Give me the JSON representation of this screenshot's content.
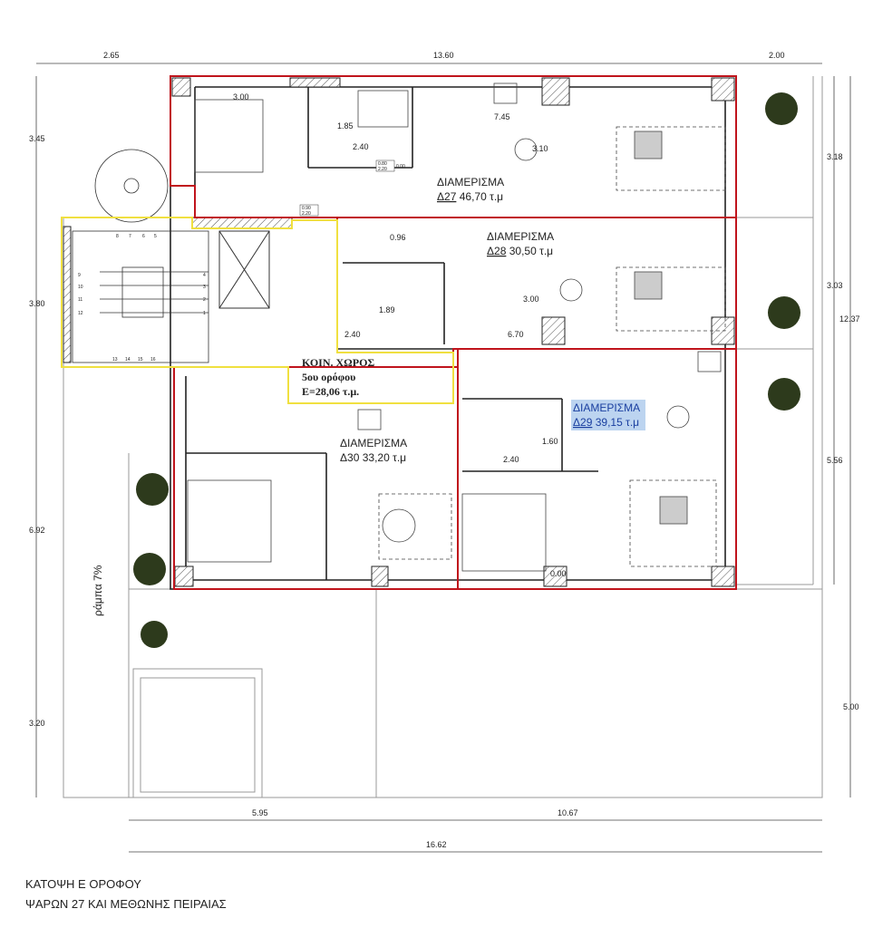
{
  "dimensions": {
    "top": [
      "2.65",
      "13.60",
      "2.00"
    ],
    "left": [
      "3.45",
      "3.80",
      "6.92",
      "3.20"
    ],
    "right": [
      "3.18",
      "3.03",
      "12.37",
      "5.56",
      "5.00"
    ],
    "bottom": [
      "5.95",
      "10.67"
    ],
    "total_width": "16.62"
  },
  "apartments": [
    {
      "title": "ΔΙΑΜΕΡΙΣΜΑ",
      "code": "Δ27",
      "area": "46,70 τ.μ"
    },
    {
      "title": "ΔΙΑΜΕΡΙΣΜΑ",
      "code": "Δ28",
      "area": "30,50 τ.μ"
    },
    {
      "title": "ΔΙΑΜΕΡΙΣΜΑ",
      "code": "Δ29",
      "area": "39,15 τ.μ"
    },
    {
      "title": "ΔΙΑΜΕΡΙΣΜΑ",
      "code": "Δ30",
      "area": "33,20 τ.μ"
    }
  ],
  "common_area": {
    "title": "ΚΟΙΝ. ΧΩΡΟΣ",
    "floor": "5ου ορόφου",
    "area": "Ε=28,06 τ.μ."
  },
  "room_dims": {
    "d27_bed": "3.00",
    "d27_bath_h": "1.85",
    "d27_bath_w": "2.40",
    "d27_living": "7.45",
    "d27_depth": "3.10",
    "d28_hall": "0.96",
    "d28_bath_h": "1.89",
    "d28_bath_w": "2.40",
    "d28_depth": "3.00",
    "d28_living": "6.70",
    "d29_bath_h": "1.60",
    "d29_bath_w": "2.40",
    "d29_level": "0.00"
  },
  "door_tag": {
    "width_090": "0.90",
    "width_080": "0.80",
    "height": "2.20",
    "level": "0.00"
  },
  "stairs": [
    "1",
    "2",
    "3",
    "4",
    "5",
    "6",
    "7",
    "8",
    "9",
    "10",
    "11",
    "12",
    "13",
    "14",
    "15",
    "16"
  ],
  "ramp": "ράμπα 7%",
  "colors": {
    "apartment_outline": "#c0141c",
    "common_outline": "#f0e040",
    "highlight": "#bcd4f0",
    "highlight_text": "#1a3fa0"
  },
  "drawing_title": {
    "line1": "ΚΑΤΟΨΗ Ε ΟΡΟΦΟΥ",
    "line2": "ΨΑΡΩΝ 27 ΚΑΙ ΜΕΘΩΝΗΣ ΠΕΙΡΑΙΑΣ"
  }
}
